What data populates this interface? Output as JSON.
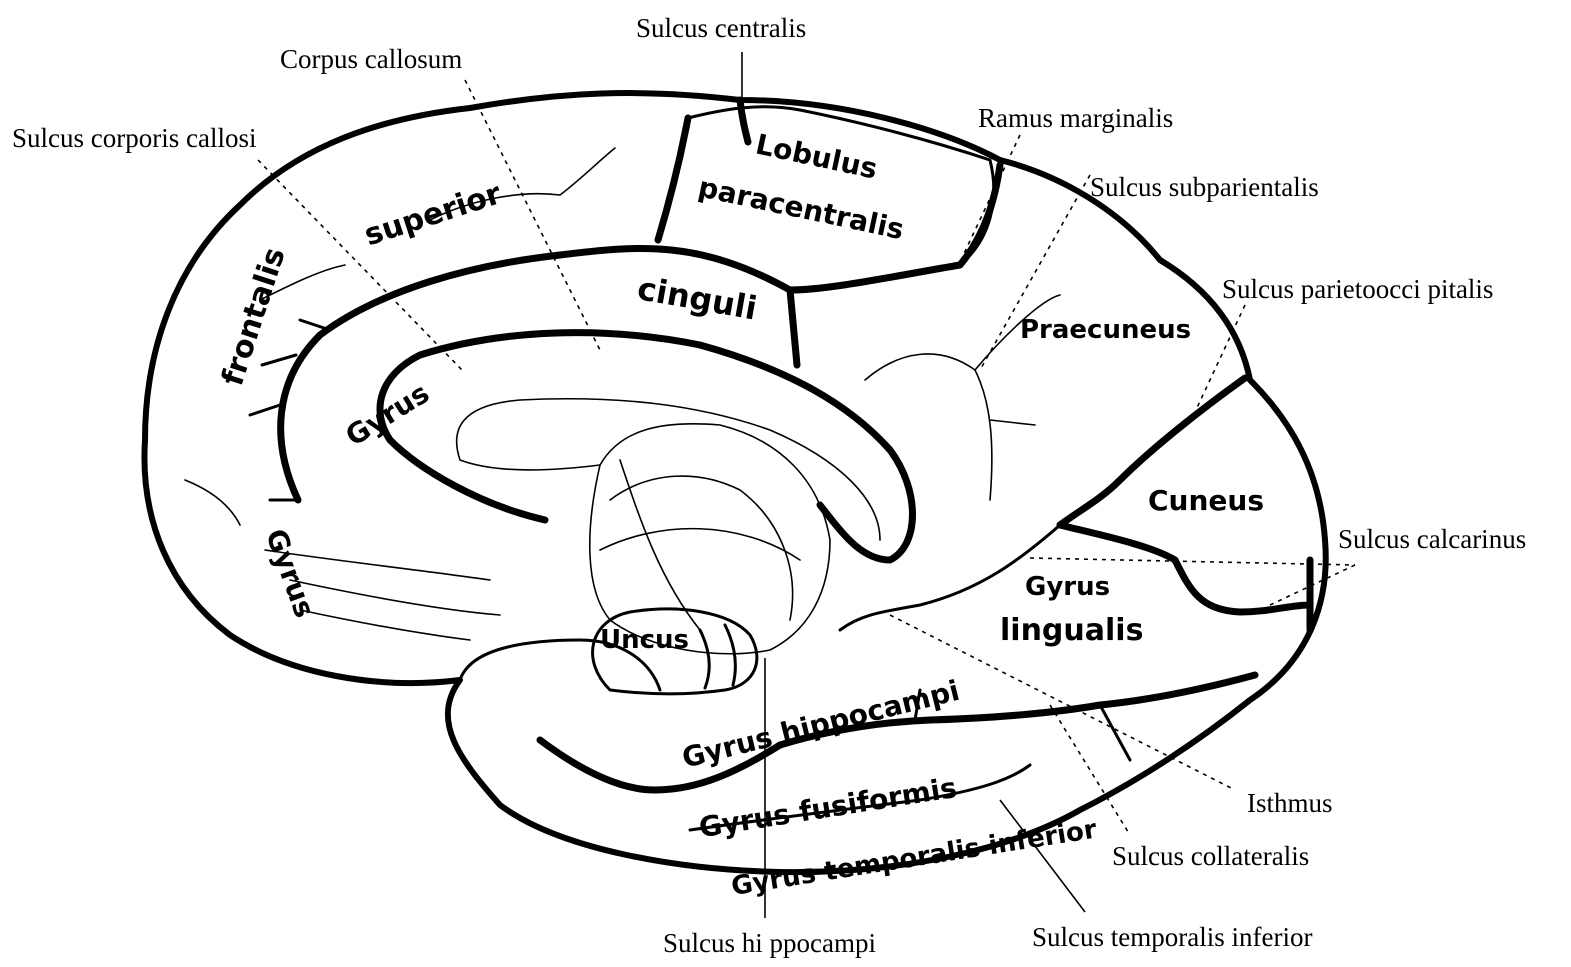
{
  "callouts": {
    "sulcus_centralis": "Sulcus centralis",
    "corpus_callosum": "Corpus callosum",
    "sulcus_corporis_callosi": "Sulcus corporis callosi",
    "ramus_marginalis": "Ramus marginalis",
    "sulcus_subparientalis": "Sulcus subparientalis",
    "sulcus_parietooccipitalis": "Sulcus parietoocci pitalis",
    "sulcus_calcarinus": "Sulcus calcarinus",
    "isthmus": "Isthmus",
    "sulcus_collateralis": "Sulcus collateralis",
    "sulcus_hippocampi": "Sulcus hi ppocampi",
    "sulcus_temporalis_inferior": "Sulcus temporalis inferior"
  },
  "regions": {
    "superior": "superior",
    "frontalis": "frontalis",
    "gyrus_frontal": "Gyrus",
    "gyrus_cingulate": "Gyrus",
    "cinguli": "cinguli",
    "lobulus": "Lobulus",
    "paracentralis": "paracentralis",
    "praecuneus": "Praecuneus",
    "cuneus": "Cuneus",
    "gyrus_lingual": "Gyrus",
    "lingualis": "lingualis",
    "uncus": "Uncus",
    "gyrus_hippocampi": "Gyrus hippocampi",
    "gyrus_fusiformis": "Gyrus fusiformis",
    "gyrus_temporalis_inferior": "Gyrus temporalis inferior"
  },
  "colors": {
    "ink": "#000000",
    "paper": "#ffffff"
  }
}
